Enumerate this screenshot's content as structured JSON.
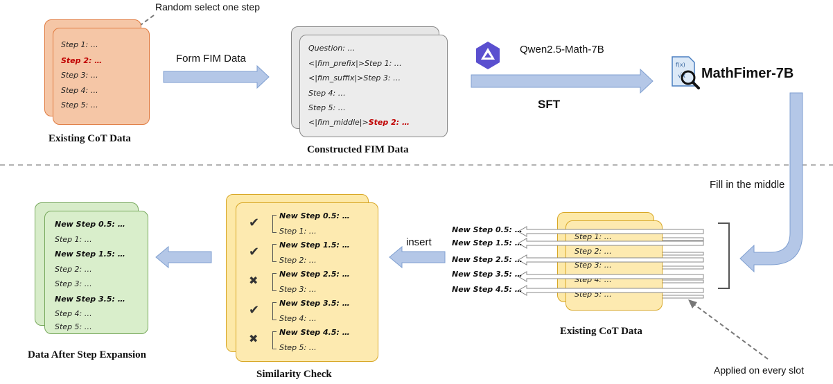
{
  "top_left": {
    "annotation": "Random select one step",
    "steps": [
      "Step 1: …",
      "Step 2: …",
      "Step 3: …",
      "Step 4: …",
      "Step 5: …"
    ],
    "caption": "Existing CoT Data"
  },
  "form_fim_label": "Form FIM Data",
  "fim_card": {
    "lines": [
      "Question: …",
      "<|fim_prefix|>Step 1: …",
      "<|fim_suffix|>Step 3: …",
      "Step 4: …",
      "Step 5: …"
    ],
    "last_prefix": "<|fim_middle|>",
    "last_red": "Step 2: …",
    "caption": "Constructed FIM Data"
  },
  "model_label": "Qwen2.5-Math-7B",
  "sft_label": "SFT",
  "mathfimer_label": "MathFimer-7B",
  "fill_label": "Fill in the middle",
  "bottom_right": {
    "new_steps": [
      "New Step 0.5: …",
      "New Step 1.5: …",
      "New Step 2.5: …",
      "New Step 3.5: …",
      "New Step 4.5: …"
    ],
    "steps": [
      "Step 1: …",
      "Step 2: …",
      "Step 3: …",
      "Step 4: …",
      "Step 5: …"
    ],
    "caption": "Existing CoT Data",
    "slot_annotation": "Applied on every slot"
  },
  "insert_label": "insert",
  "similarity": {
    "items": [
      {
        "mark": "✔",
        "new": "New Step 0.5: …",
        "old": "Step 1: …"
      },
      {
        "mark": "✔",
        "new": "New Step 1.5: …",
        "old": "Step 2: …"
      },
      {
        "mark": "✖",
        "new": "New Step 2.5: …",
        "old": "Step 3: …"
      },
      {
        "mark": "✔",
        "new": "New Step 3.5: …",
        "old": "Step 4: …"
      },
      {
        "mark": "✖",
        "new": "New Step 4.5: …",
        "old": "Step 5: …"
      }
    ],
    "caption": "Similarity Check"
  },
  "expanded": {
    "lines": [
      {
        "text": "New Step 0.5: …",
        "bold": true
      },
      {
        "text": "Step 1: …",
        "bold": false
      },
      {
        "text": "New Step 1.5: …",
        "bold": true
      },
      {
        "text": "Step 2: …",
        "bold": false
      },
      {
        "text": "Step 3: …",
        "bold": false
      },
      {
        "text": "New Step 3.5: …",
        "bold": true
      },
      {
        "text": "Step 4: …",
        "bold": false
      },
      {
        "text": "Step 5: …",
        "bold": false
      }
    ],
    "caption": "Data After Step Expansion"
  },
  "colors": {
    "arrow_fill": "#b4c7e7",
    "arrow_stroke": "#7f9fd0",
    "step_red": "#c00000"
  }
}
